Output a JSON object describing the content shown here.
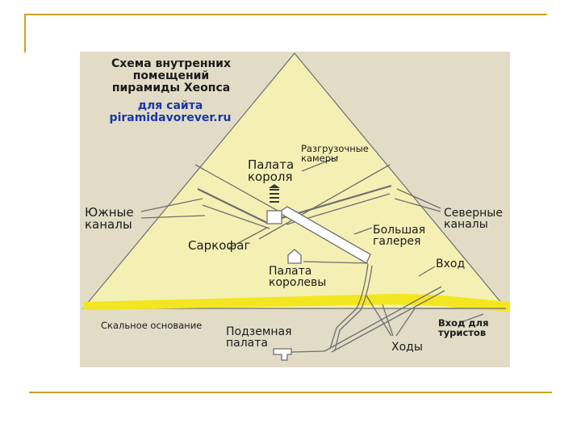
{
  "slide": {
    "accent_color": "#c9a227"
  },
  "diagram": {
    "colors": {
      "background": "#e2dcc6",
      "pyramid_fill": "#f4f0b4",
      "bedrock_band": "#f3e620",
      "line": "#6e6e6e",
      "link_blue": "#1b36a8"
    },
    "title_lines": [
      "Схема внутренних",
      "помещений",
      "пирамиды Хеопса"
    ],
    "site_lines": [
      "для сайта",
      "piramidavorever.ru"
    ],
    "labels": {
      "relief_chambers": [
        "Разгрузочные",
        "камеры"
      ],
      "kings_chamber": [
        "Палата",
        "короля"
      ],
      "southern_shafts": [
        "Южные",
        "каналы"
      ],
      "northern_shafts": [
        "Северные",
        "каналы"
      ],
      "grand_gallery": [
        "Большая",
        "галерея"
      ],
      "sarcophagus": "Саркофаг",
      "entrance": "Вход",
      "queens_chamber": [
        "Палата",
        "королевы"
      ],
      "bedrock": "Скальное основание",
      "subterranean_chamber": [
        "Подземная",
        "палата"
      ],
      "tourist_entrance": [
        "Вход для",
        "туристов"
      ],
      "passages": "Ходы"
    }
  }
}
